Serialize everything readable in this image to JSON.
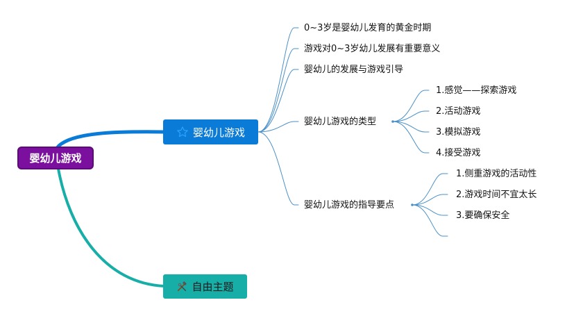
{
  "root": {
    "label": "婴幼儿游戏"
  },
  "main_topic": {
    "label": "婴幼儿游戏",
    "icon": "star-icon"
  },
  "free_topic": {
    "label": "自由主题",
    "icon": "crossed-tools-icon"
  },
  "subtopics": [
    {
      "label": "0~3岁是婴幼儿发育的黄金时期"
    },
    {
      "label": "游戏对0~3岁幼儿发展有重要意义"
    },
    {
      "label": "婴幼儿的发展与游戏引导"
    },
    {
      "label": "婴幼儿游戏的类型",
      "children": [
        "1.感觉——探索游戏",
        "2.活动游戏",
        "3.模拟游戏",
        "4.接受游戏"
      ]
    },
    {
      "label": "婴幼儿游戏的指导要点",
      "children": [
        "1.侧重游戏的活动性",
        "2.游戏时间不宜太长",
        "3.要确保安全"
      ]
    }
  ],
  "colors": {
    "root_fill": "#7b0f9e",
    "main_topic_fill": "#0b7bd8",
    "free_topic_fill": "#18aea8",
    "branch_blue": "#0b7bd8",
    "branch_teal": "#18aea8",
    "connector_line": "#4a90c8",
    "star_outline": "#2aa3ff"
  }
}
